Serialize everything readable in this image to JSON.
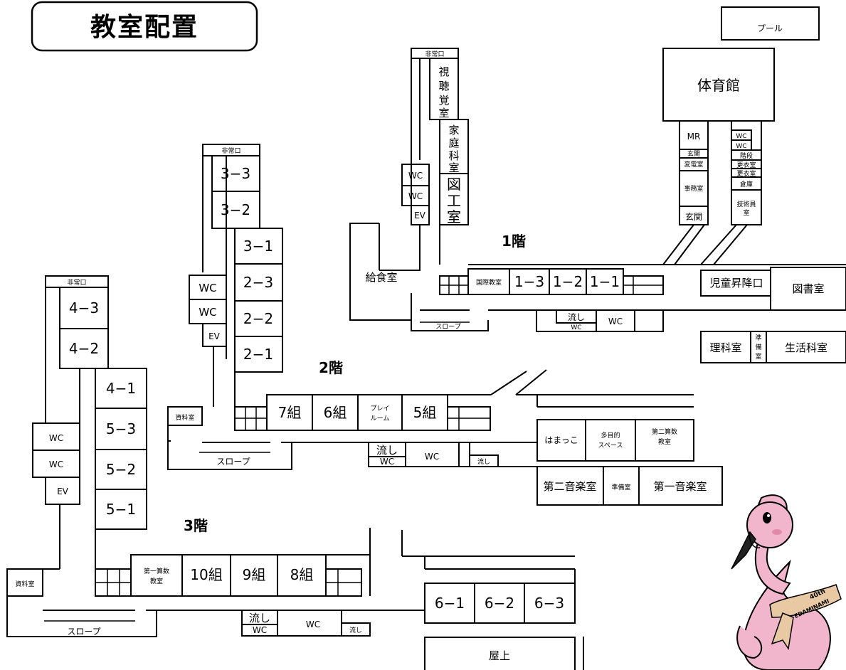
{
  "title": "教室配置",
  "floors": {
    "f1": "1階",
    "f2": "2階",
    "f3": "3階"
  },
  "floor1": {
    "emergency_exit": "非常口",
    "av_room": [
      "視",
      "聴",
      "覚",
      "室"
    ],
    "home_ec": [
      "家",
      "庭",
      "科",
      "室"
    ],
    "art": [
      "図",
      "工",
      "室"
    ],
    "wc1": "WC",
    "wc2": "WC",
    "ev": "EV",
    "lunch": "給食室",
    "intl": "国際教室",
    "c13": "1−3",
    "c12": "1−2",
    "c11": "1−1",
    "sink": "流し",
    "wc_small": "WC",
    "wc3": "WC",
    "slope": "スロープ",
    "entrance_kids": "児童昇降口",
    "library": "図書室",
    "science": "理科室",
    "prep": [
      "準",
      "備",
      "室"
    ],
    "life_sci": "生活科室",
    "gym": "体育館",
    "pool": "プール",
    "mr": "MR",
    "foyer_small": "玄関",
    "pres_room": "変電室",
    "office": "事務室",
    "foyer": "玄関",
    "wc_a": "WC",
    "wc_b": "WC",
    "stairs": "階段",
    "locker1": "更衣室",
    "locker2": "更衣室",
    "storage": "倉庫",
    "tech": [
      "技術員",
      "室"
    ]
  },
  "floor2": {
    "emergency_exit": "非常口",
    "c33": "3−3",
    "c32": "3−2",
    "c31": "3−1",
    "c23": "2−3",
    "c22": "2−2",
    "c21": "2−1",
    "wc1": "WC",
    "wc2": "WC",
    "ev": "EV",
    "docs": "資料室",
    "g7": "7組",
    "g6": "6組",
    "play": [
      "プレイ",
      "ルーム"
    ],
    "g5": "5組",
    "slope": "スロープ",
    "sink": "流し",
    "wc_small": "WC",
    "wc3": "WC",
    "sink2": "流し",
    "hamakko": "はまっこ",
    "multi": [
      "多目的",
      "スペース"
    ],
    "math2": [
      "第二算数",
      "教室"
    ],
    "music2": "第二音楽室",
    "prep": "準備室",
    "music1": "第一音楽室"
  },
  "floor3": {
    "emergency_exit": "非常口",
    "c43": "4−3",
    "c42": "4−2",
    "c41": "4−1",
    "c53": "5−3",
    "c52": "5−2",
    "c51": "5−1",
    "wc1": "WC",
    "wc2": "WC",
    "ev": "EV",
    "docs": "資料室",
    "math1": [
      "第一算数",
      "教室"
    ],
    "g10": "10組",
    "g9": "9組",
    "g8": "8組",
    "slope": "スロープ",
    "sink": "流し",
    "wc_small": "WC",
    "wc3": "WC",
    "sink2": "流し",
    "c61": "6−1",
    "c62": "6−2",
    "c63": "6−3",
    "roof": "屋上"
  },
  "mascot": {
    "badge_line1": "40th",
    "badge_line2": "EDAMINAMI"
  },
  "colors": {
    "mascot_pink": "#f2b6cc",
    "mascot_dark": "#e08aa8",
    "scarf": "#e9c9a4",
    "beak": "#222222"
  }
}
